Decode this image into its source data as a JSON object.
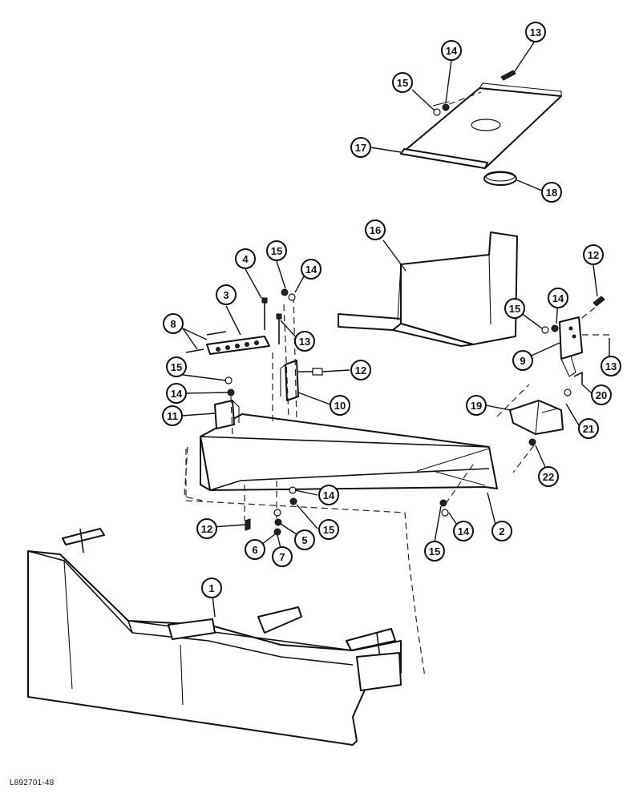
{
  "figure_id": "L892701-48",
  "callouts": [
    {
      "key": "c13a",
      "label": "13"
    },
    {
      "key": "c14a",
      "label": "14"
    },
    {
      "key": "c15a",
      "label": "15"
    },
    {
      "key": "c17",
      "label": "17"
    },
    {
      "key": "c18",
      "label": "18"
    },
    {
      "key": "c16",
      "label": "16"
    },
    {
      "key": "c12a",
      "label": "12"
    },
    {
      "key": "c4",
      "label": "4"
    },
    {
      "key": "c15b",
      "label": "15"
    },
    {
      "key": "c14b",
      "label": "14"
    },
    {
      "key": "c3",
      "label": "3"
    },
    {
      "key": "c8",
      "label": "8"
    },
    {
      "key": "c13b",
      "label": "13"
    },
    {
      "key": "c15c",
      "label": "15"
    },
    {
      "key": "c14c",
      "label": "14"
    },
    {
      "key": "c9",
      "label": "9"
    },
    {
      "key": "c13c",
      "label": "13"
    },
    {
      "key": "c15d",
      "label": "15"
    },
    {
      "key": "c12b",
      "label": "12"
    },
    {
      "key": "c14d",
      "label": "14"
    },
    {
      "key": "c20",
      "label": "20"
    },
    {
      "key": "c11",
      "label": "11"
    },
    {
      "key": "c10",
      "label": "10"
    },
    {
      "key": "c19",
      "label": "19"
    },
    {
      "key": "c21",
      "label": "21"
    },
    {
      "key": "c22",
      "label": "22"
    },
    {
      "key": "c14e",
      "label": "14"
    },
    {
      "key": "c15e",
      "label": "15"
    },
    {
      "key": "c12c",
      "label": "12"
    },
    {
      "key": "c5",
      "label": "5"
    },
    {
      "key": "c6",
      "label": "6"
    },
    {
      "key": "c7",
      "label": "7"
    },
    {
      "key": "c14f",
      "label": "14"
    },
    {
      "key": "c2",
      "label": "2"
    },
    {
      "key": "c15f",
      "label": "15"
    },
    {
      "key": "c1",
      "label": "1"
    }
  ]
}
